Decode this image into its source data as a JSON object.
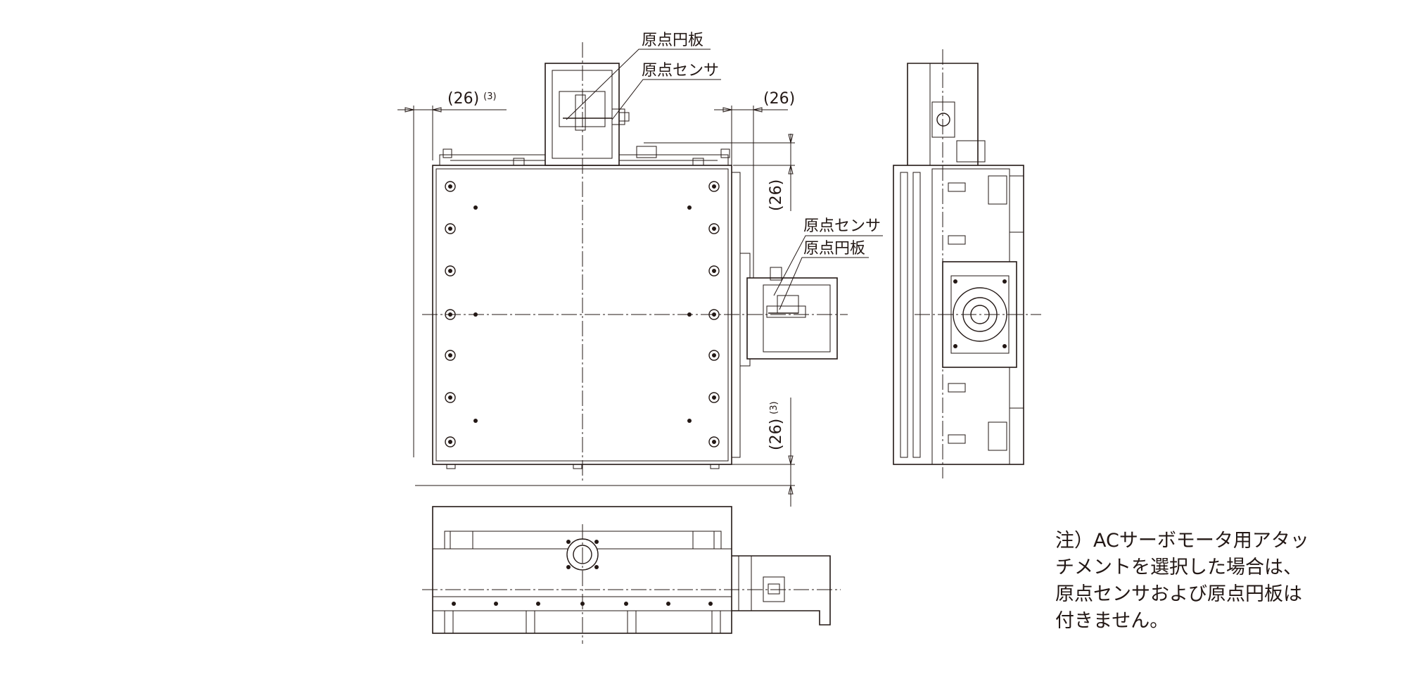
{
  "labels": {
    "top_disk": "原点円板",
    "top_sensor": "原点センサ",
    "side_sensor": "原点センサ",
    "side_disk": "原点円板"
  },
  "dimensions": {
    "left": "(26)",
    "left_note": "(3)",
    "right": "(26)",
    "vertical_top": "(26)",
    "vertical_bottom": "(26)",
    "vertical_bottom_note": "(3)"
  },
  "note": {
    "lines": [
      "注）ACサーボモータ用アタッ",
      "チメントを選択した場合は、",
      "原点センサおよび原点円板は",
      "付きません。"
    ]
  }
}
